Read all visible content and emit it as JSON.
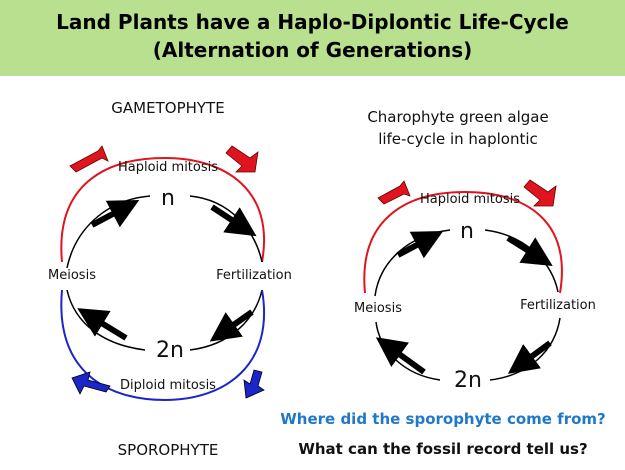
{
  "title": {
    "line1": "Land Plants have a Haplo-Diplontic Life-Cycle",
    "line2": "(Alternation of Generations)"
  },
  "left_cycle": {
    "top_label": "GAMETOPHYTE",
    "bottom_label": "SPOROPHYTE",
    "haploid_mitosis": "Haploid mitosis",
    "diploid_mitosis": "Diploid mitosis",
    "n": "n",
    "two_n": "2n",
    "meiosis": "Meiosis",
    "fertilization": "Fertilization"
  },
  "right_cycle": {
    "heading_line1": "Charophyte green algae",
    "heading_line2": "life-cycle in haplontic",
    "haploid_mitosis": "Haploid mitosis",
    "n": "n",
    "two_n": "2n",
    "meiosis": "Meiosis",
    "fertilization": "Fertilization"
  },
  "questions": {
    "q1": "Where did the sporophyte come from?",
    "q2": "What can the fossil record tell us?"
  },
  "colors": {
    "banner": "#b9e08e",
    "haploid": "#e0141e",
    "diploid": "#1c25c8",
    "question_blue": "#1f78c8"
  }
}
